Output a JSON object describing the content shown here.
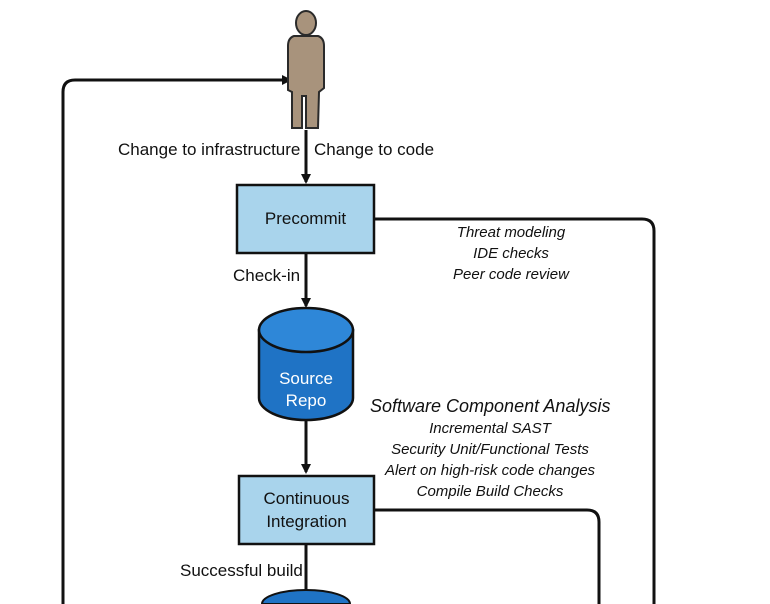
{
  "diagram": {
    "developer_icon": "person-icon",
    "colors": {
      "box_fill": "#a9d4ec",
      "box_stroke": "#111111",
      "cylinder_fill": "#1f73c5",
      "cylinder_top": "#2e87d8",
      "person_fill": "#a8937c",
      "line": "#111111"
    },
    "edge_labels": {
      "infrastructure": "Change to infrastructure",
      "code": "Change to code",
      "checkin": "Check-in",
      "build": "Successful build"
    },
    "nodes": {
      "precommit": "Precommit",
      "repo_line1": "Source",
      "repo_line2": "Repo",
      "ci_line1": "Continuous",
      "ci_line2": "Integration"
    },
    "precommit_checks": [
      "Threat modeling",
      "IDE checks",
      "Peer code review"
    ],
    "ci_checks": {
      "heading": "Software Component Analysis",
      "items": [
        "Incremental SAST",
        "Security Unit/Functional Tests",
        "Alert on high-risk code changes",
        "Compile Build Checks"
      ]
    }
  }
}
